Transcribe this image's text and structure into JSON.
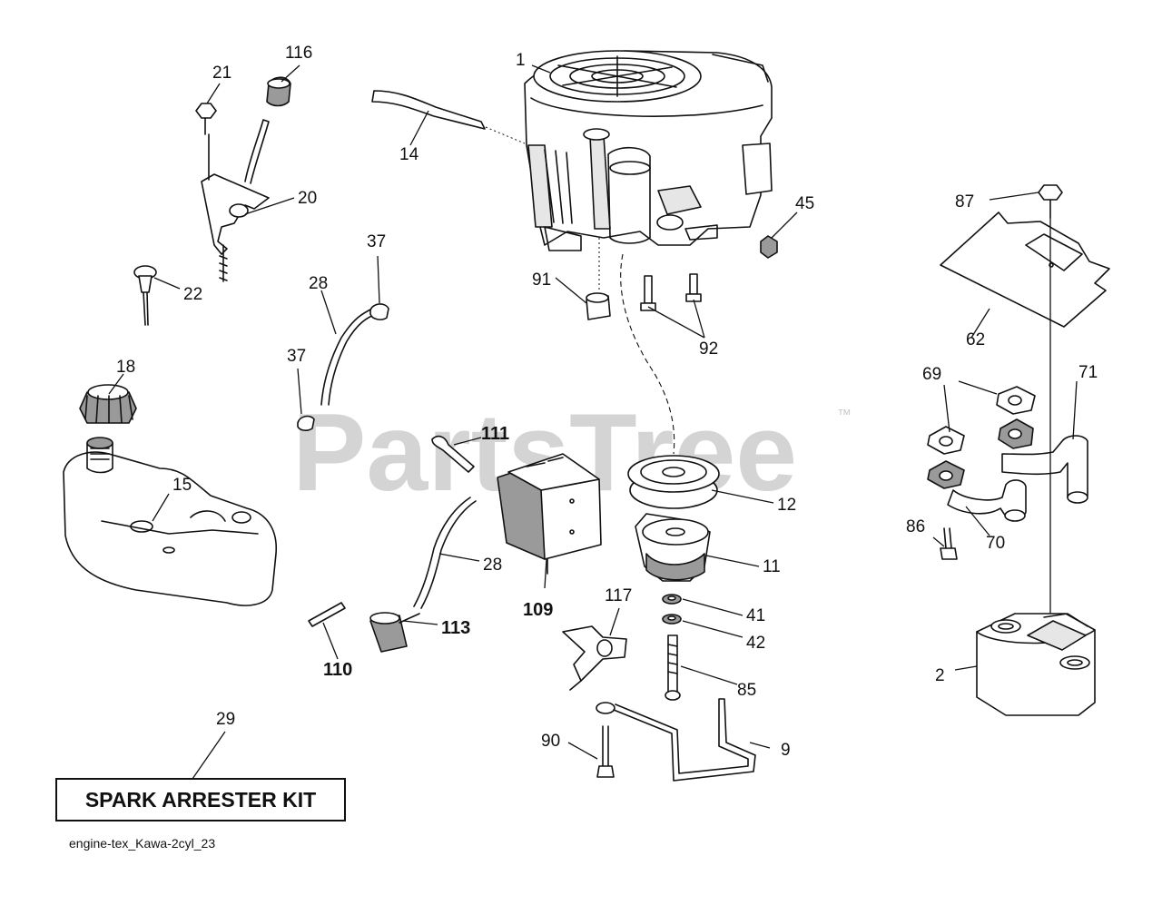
{
  "watermark": {
    "text": "PartsTree",
    "trademark": "™"
  },
  "kit_box": {
    "label": "SPARK ARRESTER KIT"
  },
  "drawing_code": "engine-tex_Kawa-2cyl_23",
  "callouts": {
    "c1": "1",
    "c2": "2",
    "c9": "9",
    "c11": "11",
    "c12": "12",
    "c14": "14",
    "c15": "15",
    "c18": "18",
    "c20": "20",
    "c21": "21",
    "c22": "22",
    "c28a": "28",
    "c28b": "28",
    "c29": "29",
    "c37a": "37",
    "c37b": "37",
    "c41": "41",
    "c42": "42",
    "c45": "45",
    "c62": "62",
    "c69": "69",
    "c70": "70",
    "c71": "71",
    "c85": "85",
    "c86": "86",
    "c87": "87",
    "c90": "90",
    "c91": "91",
    "c92": "92",
    "c109": "109",
    "c110": "110",
    "c111": "111",
    "c113": "113",
    "c116": "116",
    "c117": "117"
  }
}
